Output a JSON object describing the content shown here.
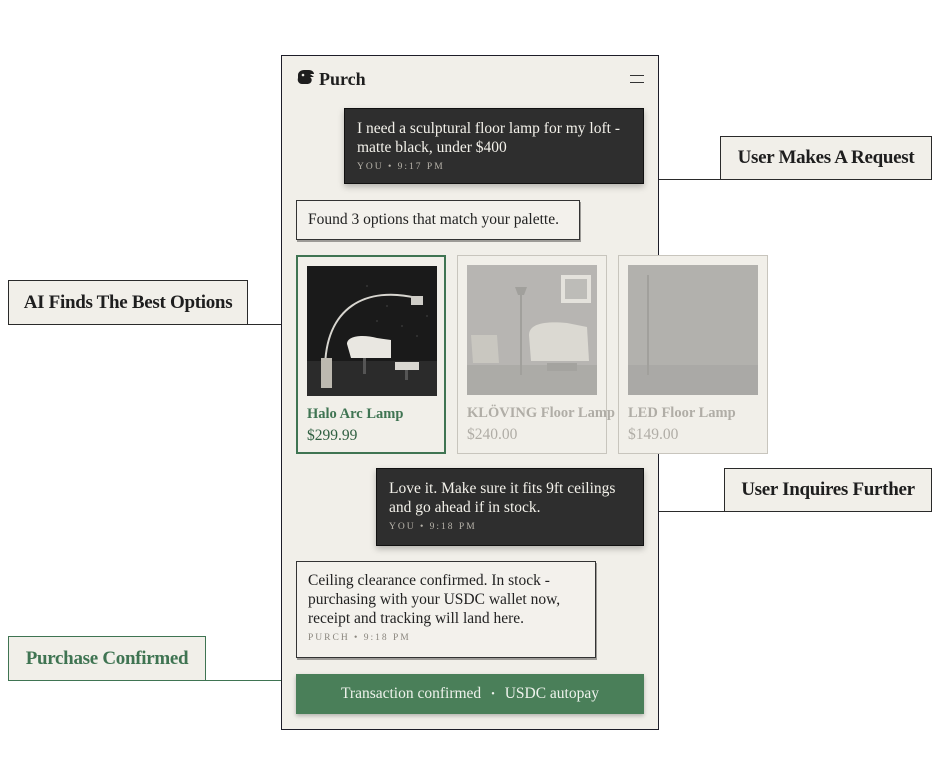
{
  "callouts": {
    "request": "User Makes A Request",
    "options": "AI Finds The Best Options",
    "inquire": "User Inquires Further",
    "purchase": "Purchase Confirmed"
  },
  "app": {
    "name": "Purch",
    "logo_icon": "brand-logo-icon",
    "menu_icon": "menu-icon"
  },
  "chat": {
    "msg1": {
      "text": "I need a sculptural floor lamp for my loft - matte black, under $400",
      "meta": "YOU • 9:17 PM"
    },
    "reply1": {
      "text": "Found 3 options that match your palette."
    },
    "products": [
      {
        "title": "Halo Arc Lamp",
        "price": "$299.99",
        "selected": true
      },
      {
        "title": "KLÖVING Floor Lamp",
        "price": "$240.00",
        "selected": false
      },
      {
        "title": "LED Floor Lamp",
        "price": "$149.00",
        "selected": false
      }
    ],
    "msg2": {
      "text": "Love it. Make sure it fits 9ft ceilings and go ahead if in stock.",
      "meta": "YOU • 9:18 PM"
    },
    "reply2": {
      "text": "Ceiling clearance confirmed. In stock - purchasing with your USDC wallet now, receipt and tracking will land here.",
      "meta": "PURCH • 9:18 PM"
    }
  },
  "confirmation": {
    "left": "Transaction confirmed",
    "separator": "•",
    "right": "USDC autopay"
  },
  "colors": {
    "accent_green": "#4a7f59",
    "dark_bubble": "#2e2e2e",
    "paper": "#f1efe9"
  }
}
